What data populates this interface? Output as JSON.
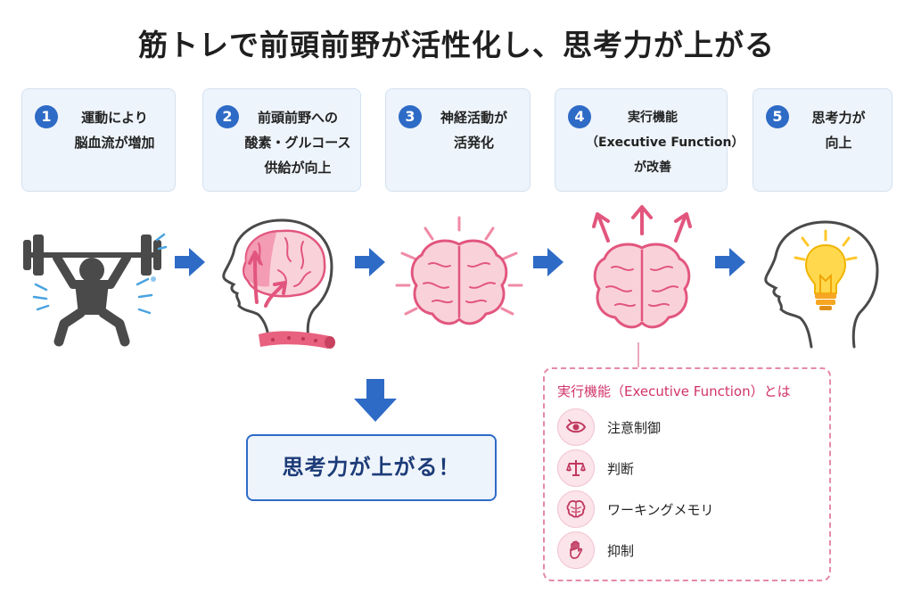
{
  "title": "筋トレで前頭前野が活性化し、思考力が上がる",
  "steps": [
    {
      "num": "1",
      "lines": [
        "運動により",
        "脳血流が増加"
      ]
    },
    {
      "num": "2",
      "lines": [
        "前頭前野への",
        "酸素・グルコース",
        "供給が向上"
      ]
    },
    {
      "num": "3",
      "lines": [
        "神経活動が",
        "活発化"
      ]
    },
    {
      "num": "4",
      "lines": [
        "実行機能",
        "（Executive Function）",
        "が改善"
      ]
    },
    {
      "num": "5",
      "lines": [
        "思考力が",
        "向上"
      ]
    }
  ],
  "result": "思考力が上がる！",
  "executive_function": {
    "title": "実行機能（Executive Function）とは",
    "items": [
      {
        "label": "注意制御",
        "icon": "eye-icon"
      },
      {
        "label": "判断",
        "icon": "scale-icon"
      },
      {
        "label": "ワーキングメモリ",
        "icon": "brain-icon"
      },
      {
        "label": "抑制",
        "icon": "hand-icon"
      }
    ]
  },
  "colors": {
    "accent_blue": "#2e6bc6",
    "box_fill": "#eef4fb",
    "pink": "#e2567e",
    "brain_fill": "#f9d2d9",
    "figure_gray": "#4a4a4a",
    "bulb_yellow": "#ffd84d"
  }
}
